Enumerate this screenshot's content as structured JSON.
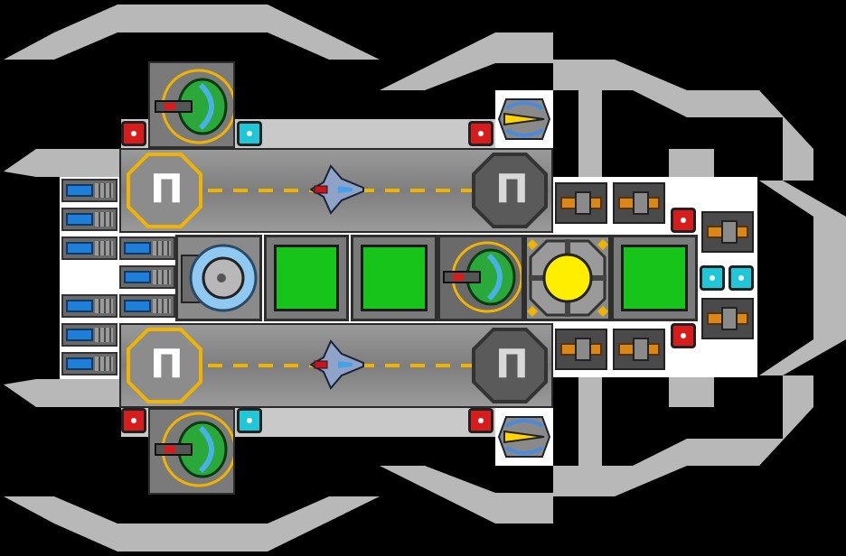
{
  "scene": {
    "name": "ship-layout",
    "background_color": "#000000",
    "hull_color": "#b8b8b8",
    "accent_colors": {
      "green_room": "#16c41a",
      "reactor_core": "#ffee00",
      "alert_button": "#d81c1c",
      "shield_button": "#1ec8d8",
      "cannon_barrel": "#d8871a",
      "thruster_glow": "#1f7fd8",
      "runway_dash": "#f0b400"
    }
  },
  "hangars": [
    {
      "pad_left_symbol": "Π",
      "pad_right_symbol": "Π"
    },
    {
      "pad_left_symbol": "Π",
      "pad_right_symbol": "Π"
    }
  ],
  "icons": {
    "turret": "green-turret-icon",
    "fighter": "fighter-ship-icon",
    "reactor": "reactor-core-icon",
    "drone": "yellow-drone-icon",
    "cannon": "orange-cannon-icon",
    "thruster": "blue-thruster-icon",
    "alert": "red-alert-icon",
    "shield": "cyan-shield-icon",
    "dome": "sensor-dome-icon"
  }
}
